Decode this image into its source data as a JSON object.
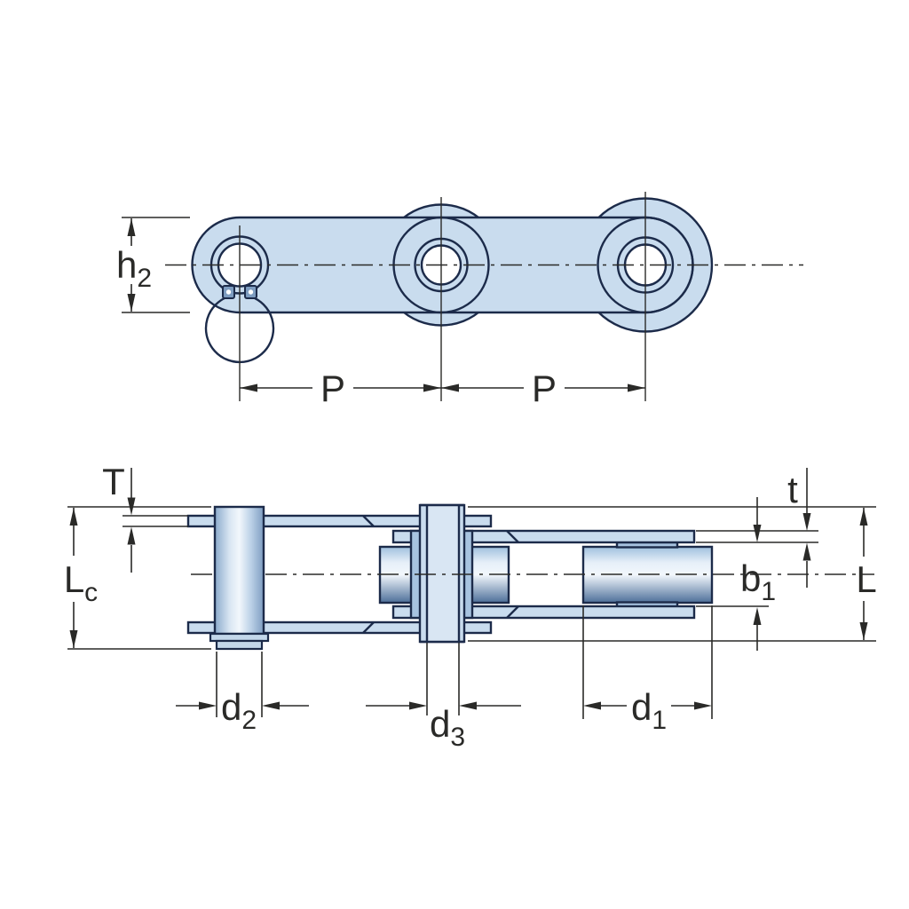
{
  "drawing": {
    "title": "",
    "views": {
      "side_view_dimensions": [
        "h2",
        "P",
        "P"
      ],
      "plan_view_dimensions": [
        "T",
        "Lc",
        "d2",
        "d3",
        "d1",
        "b1",
        "t",
        "L"
      ]
    }
  },
  "dimension_labels": {
    "h2": {
      "main": "h",
      "sub": "2"
    },
    "p_left": {
      "main": "P"
    },
    "p_right": {
      "main": "P"
    },
    "T": {
      "main": "T"
    },
    "Lc": {
      "main": "L",
      "sub": "c"
    },
    "d2": {
      "main": "d",
      "sub": "2"
    },
    "d3": {
      "main": "d",
      "sub": "3"
    },
    "d1": {
      "main": "d",
      "sub": "1"
    },
    "b1": {
      "main": "b",
      "sub": "1"
    },
    "t": {
      "main": "t"
    },
    "L": {
      "main": "L"
    }
  },
  "colors": {
    "background": "#ffffff",
    "part_fill": "#c9dcee",
    "part_fill_medium": "#a7c3e0",
    "pin_bore_fill": "#d9e6f3",
    "clip_fill": "#7d9cc0",
    "washer_fill": "#c3d7ea",
    "outline": "#1c2b4a",
    "dimension": "#2a2a28"
  }
}
